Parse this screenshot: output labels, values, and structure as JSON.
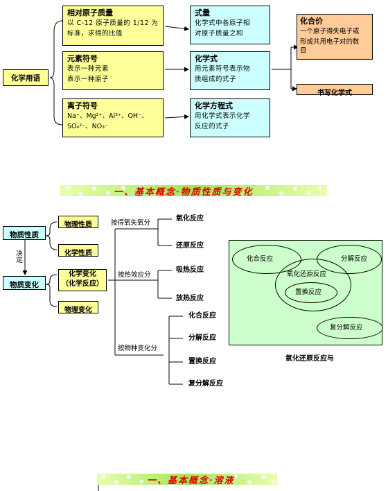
{
  "chem_terms": {
    "root": "化学用语",
    "relative_mass": {
      "title": "相对原子质量",
      "lines": [
        "以 C-12 原子质量的 1/12 为",
        "标准，求得的比值"
      ]
    },
    "element_symbol": {
      "title": "元素符号",
      "lines": [
        "表示一种元素",
        "表示一种原子"
      ]
    },
    "ion_symbol": {
      "title": "离子符号",
      "line1": "Na⁺、Mg²⁺、Al³⁺、OH⁻、",
      "line2": "SO₄²⁻、NO₃⁻"
    },
    "formula_mass": {
      "title": "式量",
      "lines": [
        "化学式中各原子相",
        "对原子质量之和"
      ]
    },
    "chem_formula": {
      "title": "化学式",
      "lines": [
        "用元素符号表示物",
        "质组成的式子"
      ]
    },
    "chem_equation": {
      "title": "化学方程式",
      "lines": [
        "用化学式表示化学",
        "反应的式子"
      ]
    },
    "valence": {
      "title": "化合价",
      "lines": [
        "一个原子得失电子或",
        "形成共用电子对的数",
        "目"
      ]
    },
    "write_formula": "书写化学式"
  },
  "banner1": "一、基本概念·物质性质与变化",
  "banner2": "一、基本概念·溶液",
  "properties": {
    "substance_property": "物质性质",
    "substance_change": "物质变化",
    "decides": "决定",
    "physical_property": "物理性质",
    "chemical_property": "化学性质",
    "chemical_change_l1": "化学变化",
    "chemical_change_l2": "（化学反应）",
    "physical_change": "物理变化",
    "by_oxygen": "按得氧失氧分",
    "by_heat": "按热效应分",
    "by_type": "按物种变化分",
    "oxidation": "氧化反应",
    "reduction": "还原反应",
    "endothermic": "吸热反应",
    "exothermic": "放热反应",
    "combination": "化合反应",
    "decomposition": "分解反应",
    "displacement": "置换反应",
    "double_decomposition": "复分解反应"
  },
  "venn": {
    "combination": "化合反应",
    "decomposition": "分解反应",
    "redox": "氧化还原反应",
    "displacement": "置换反应",
    "double_decomposition": "复分解反应",
    "caption": "氧化还原反应与"
  }
}
